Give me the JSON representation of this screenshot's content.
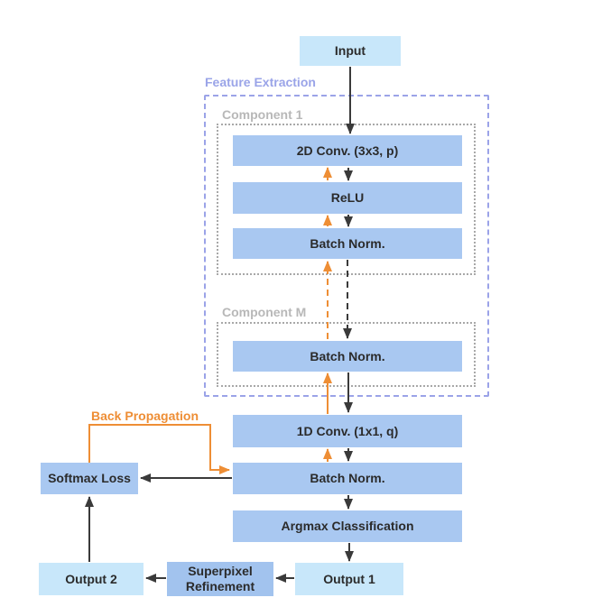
{
  "diagram": {
    "nodes": {
      "input": "Input",
      "conv2d": "2D Conv.  (3x3, p)",
      "relu": "ReLU",
      "batch_norm_1": "Batch Norm.",
      "batch_norm_m": "Batch Norm.",
      "conv1d": "1D Conv. (1x1, q)",
      "batch_norm_2": "Batch Norm.",
      "argmax": "Argmax Classification",
      "softmax": "Softmax Loss",
      "output1": "Output 1",
      "superpixel": "Superpixel Refinement",
      "output2": "Output 2"
    },
    "groups": {
      "feature_extraction": "Feature Extraction",
      "component_1": "Component 1",
      "component_m": "Component M"
    },
    "annotations": {
      "back_propagation": "Back Propagation"
    },
    "colors": {
      "light_box": "#c8e7fa",
      "medium_box": "#a9c8f1",
      "superpixel_box": "#a2c3ee",
      "group_border": "#9ba3e8",
      "group_label": "#9aa4e8",
      "component_border": "#a8a8a8",
      "component_label": "#b8b8b8",
      "arrow_black": "#3a3a3a",
      "arrow_orange": "#ee8e35",
      "node_text": "#2b2b2b",
      "bg": "#ffffff"
    }
  }
}
